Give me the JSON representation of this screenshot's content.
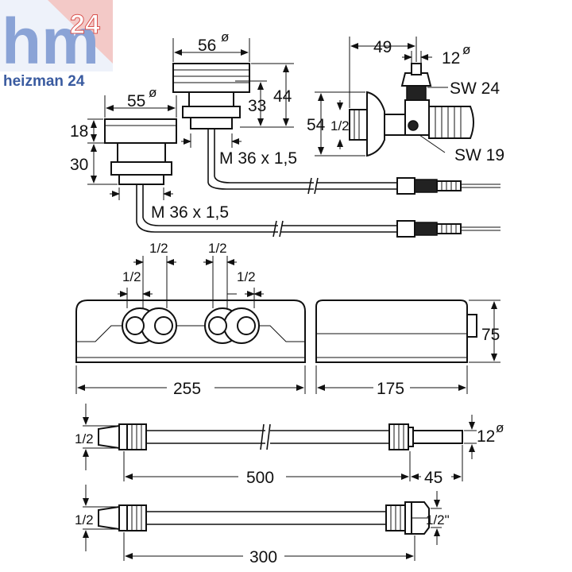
{
  "logo": {
    "mark": "hm",
    "number": "24",
    "brand": "heizman 24",
    "colors": {
      "mark": "#7f9ad0",
      "accent": "#d9534f",
      "brand": "#3a5ba0"
    }
  },
  "labels": {
    "d56": "56",
    "d55": "55",
    "d49": "49",
    "d12a": "12",
    "d44": "44",
    "d33": "33",
    "d18": "18",
    "d30": "30",
    "d54": "54",
    "half_side": "1/2",
    "sw24": "SW 24",
    "sw19": "SW 19",
    "thread1": "M 36 x 1,5",
    "thread2": "M 36 x 1,5",
    "box_half1": "1/2",
    "box_half2": "1/2",
    "box_half3": "1/2",
    "box_half4": "1/2",
    "d255": "255",
    "d175": "175",
    "d75": "75",
    "hose1_half": "1/2",
    "d12b": "12",
    "d500": "500",
    "d45": "45",
    "hose2_half": "1/2",
    "hose2_half_quote": "1/2\"",
    "d300": "300"
  }
}
